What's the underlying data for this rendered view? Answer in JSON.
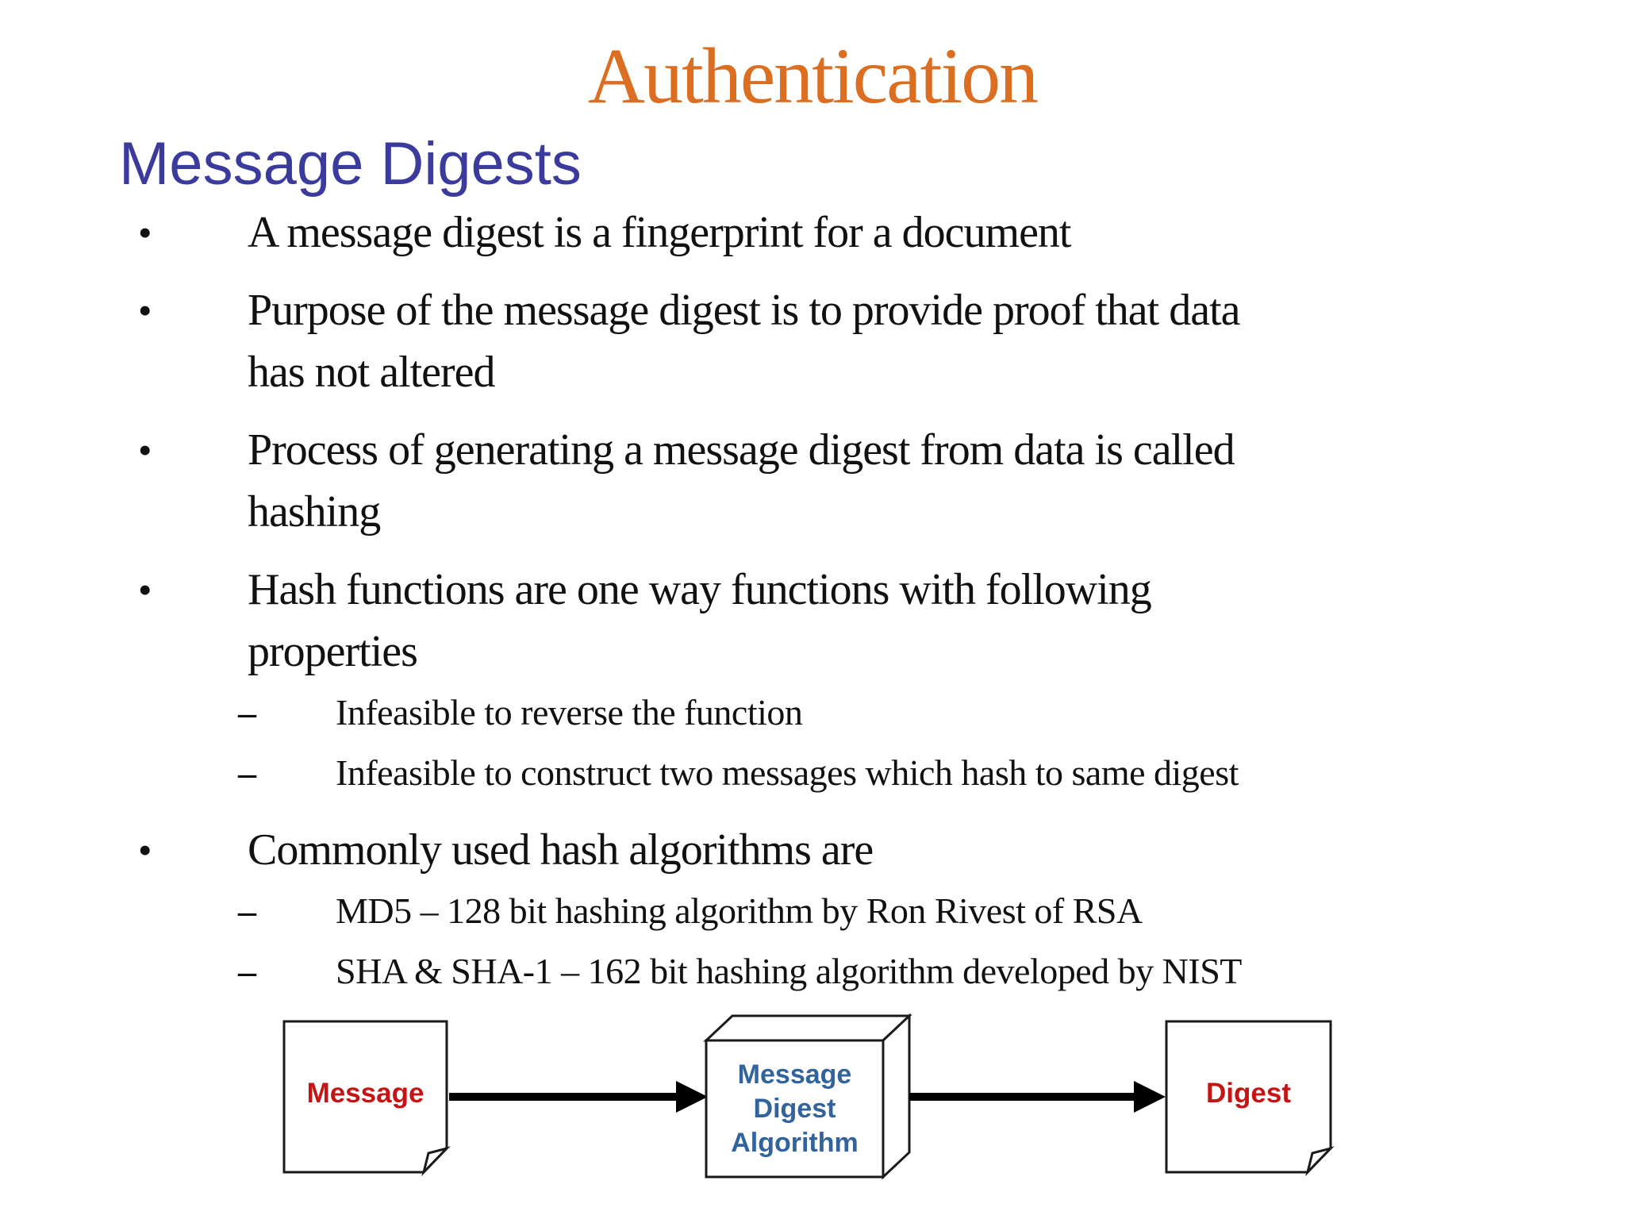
{
  "slide": {
    "title": "Authentication",
    "section_heading": "Message Digests",
    "bullets": [
      {
        "level": 1,
        "marker": "•",
        "text": "A message digest is a fingerprint for a document"
      },
      {
        "level": 1,
        "marker": "•",
        "text": "Purpose of the message digest is to provide proof that data\nhas not altered"
      },
      {
        "level": 1,
        "marker": "•",
        "text": "Process of generating a message digest from data is called\nhashing"
      },
      {
        "level": 1,
        "marker": "•",
        "text": "Hash functions are one way functions with following\nproperties"
      },
      {
        "level": 2,
        "marker": "–",
        "text": "Infeasible to reverse the function"
      },
      {
        "level": 2,
        "marker": "–",
        "text": "Infeasible to construct two messages which hash to same digest"
      },
      {
        "level": 1,
        "marker": "•",
        "text": "Commonly used hash algorithms are"
      },
      {
        "level": 2,
        "marker": "–",
        "text": "MD5 – 128 bit hashing algorithm by Ron Rivest of RSA"
      },
      {
        "level": 2,
        "marker": "–",
        "text": "SHA & SHA-1 – 162 bit hashing algorithm developed by NIST"
      }
    ],
    "diagram": {
      "input_label": "Message",
      "process_label": "Message Digest Algorithm",
      "output_label": "Digest"
    },
    "colors": {
      "title": "#DB6E20",
      "heading": "#3B3B9E",
      "body": "#111111",
      "diagramRed": "#C41414",
      "diagramBlue": "#31639C",
      "shapeStroke": "#1A1A1A"
    }
  }
}
